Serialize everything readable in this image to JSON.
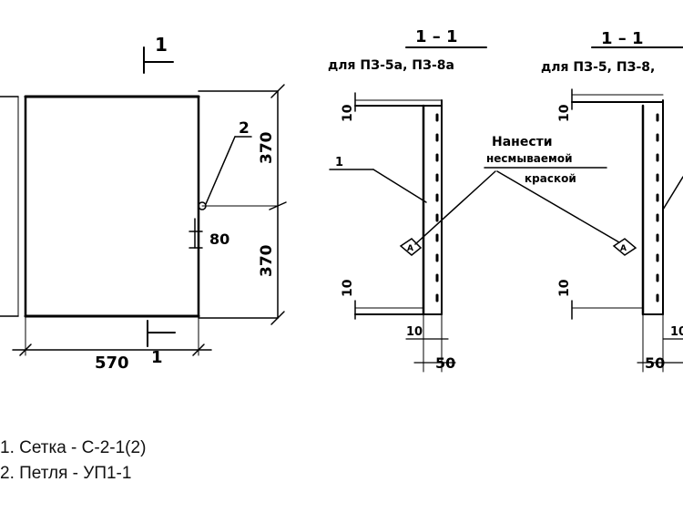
{
  "drawing": {
    "section_mark": "1",
    "loop_label": "2",
    "dim_right_upper": "370",
    "dim_right_lower": "370",
    "dim_80": "80",
    "dim_bottom": "570",
    "section_mark_bottom": "1"
  },
  "section_a": {
    "title": "1 – 1",
    "subtitle": "для ПЗ-5а, ПЗ-8а",
    "dim_top": "10",
    "dim_bottom": "10",
    "dim_offset": "10",
    "dim_width": "50",
    "callout": "1"
  },
  "section_b": {
    "title": "1 – 1",
    "subtitle": "для ПЗ-5, ПЗ-8,",
    "dim_top": "10",
    "dim_bottom": "10",
    "dim_offset": "10",
    "dim_width": "50"
  },
  "note": {
    "line1": "Нанести",
    "line2": "несмываемой",
    "line3": "краской",
    "marker": "A"
  },
  "legend": {
    "item1": "1. Сетка - С-2-1(2)",
    "item2": "2. Петля - УП1-1"
  }
}
